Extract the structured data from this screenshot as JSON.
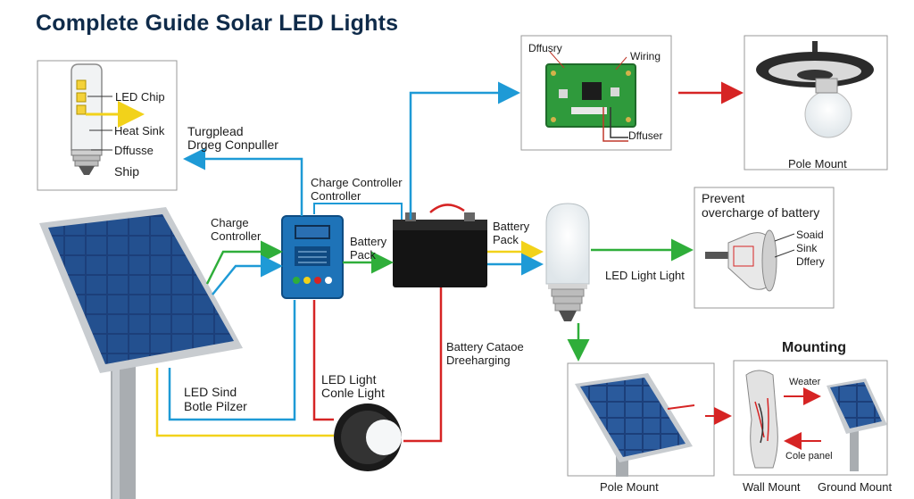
{
  "title": "Complete Guide Solar LED Lights",
  "bulb_inset": {
    "led_chip": "LED Chip",
    "heat_sink": "Heat Sink",
    "diffuse": "Dffusse",
    "ship": "Ship"
  },
  "pcb_inset": {
    "diffusy": "Dffusry",
    "wiring": "Wiring",
    "diffuser": "Dffuser"
  },
  "pole_mount_top": "Pole Mount",
  "prevent_inset": {
    "line1": "Prevent",
    "line2": "overcharge of battery",
    "soaid": "Soaid",
    "sink": "Sink",
    "differy": "Dffery"
  },
  "labels": {
    "turgplead_1": "Turgplead",
    "turgplead_2": "Drgeg Conpuller",
    "cc_top_1": "Charge Controller",
    "cc_top_2": "Controller",
    "charge_1": "Charge",
    "charge_2": "Controller",
    "battery_1": "Battery",
    "battery_2": "Pack",
    "battery_r1": "Battery",
    "battery_r2": "Pack",
    "led_light_light": "LED Light Light",
    "cataoe_1": "Battery Cataoe",
    "cataoe_2": "Dreeharging",
    "led_sind_1": "LED Sind",
    "led_sind_2": "Botle Pilzer",
    "led_conle_1": "LED Light",
    "led_conle_2": "Conle Light"
  },
  "mounting": {
    "heading": "Mounting",
    "weater": "Weater",
    "cole_panel": "Cole panel",
    "pole_mount": "Pole Mount",
    "wall_mount": "Wall Mount",
    "ground_mount": "Ground Mount"
  },
  "colors": {
    "blue_wire": "#1e9ad6",
    "green_wire": "#2fae3a",
    "red_wire": "#d62424",
    "yellow_wire": "#f2d21a"
  }
}
